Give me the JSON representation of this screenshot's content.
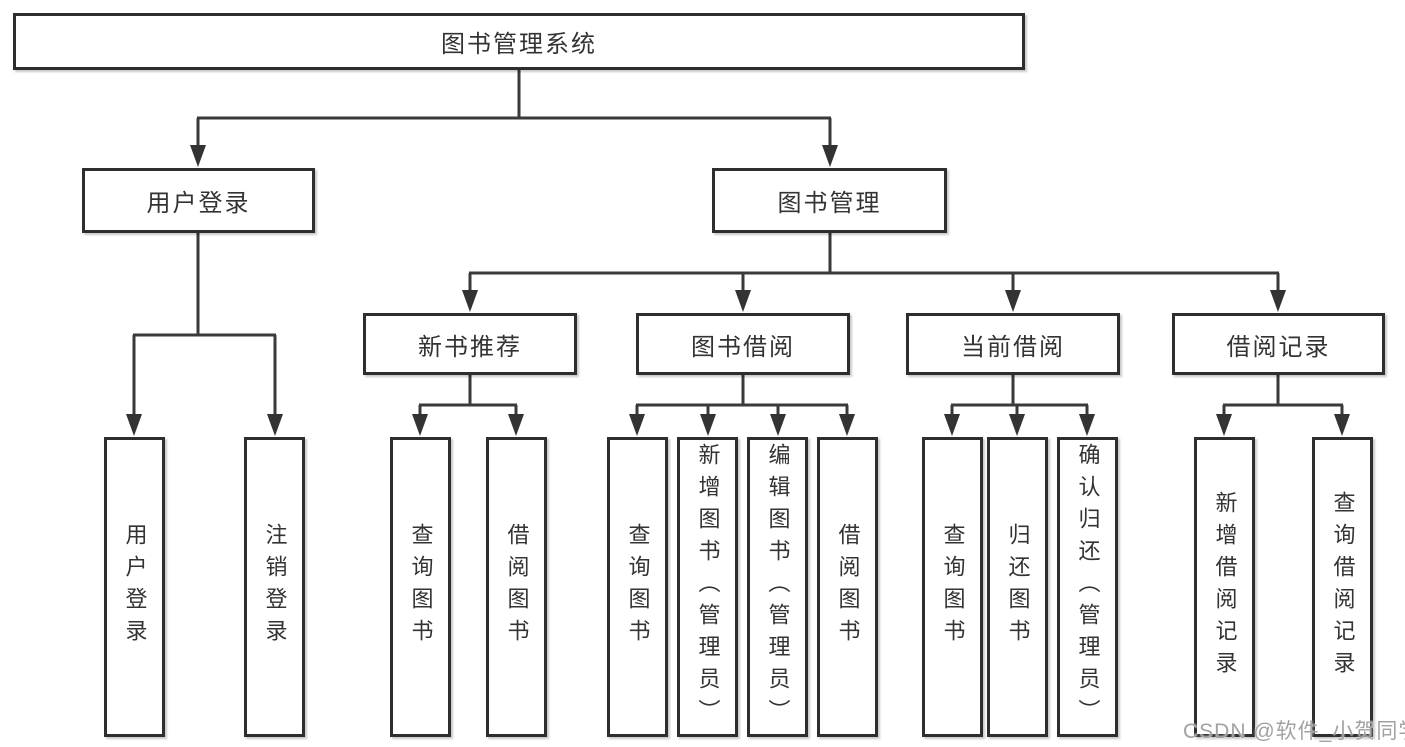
{
  "diagram": {
    "root": "图书管理系统",
    "branches": [
      {
        "label": "用户登录",
        "children": [
          "用户登录",
          "注销登录"
        ]
      },
      {
        "label": "图书管理",
        "sections": [
          {
            "label": "新书推荐",
            "children": [
              "查询图书",
              "借阅图书"
            ]
          },
          {
            "label": "图书借阅",
            "children": [
              "查询图书",
              "新增图书（管理员）",
              "编辑图书（管理员）",
              "借阅图书"
            ]
          },
          {
            "label": "当前借阅",
            "children": [
              "查询图书",
              "归还图书",
              "确认归还（管理员）"
            ]
          },
          {
            "label": "借阅记录",
            "children": [
              "新增借阅记录",
              "查询借阅记录"
            ]
          }
        ]
      }
    ]
  },
  "watermark": {
    "text": "CSDN @软件_小贺同学"
  },
  "colors": {
    "background": "#ffffff",
    "box_border": "#2e2e2e",
    "connector_line": "#3a3a3a",
    "text": "#333333",
    "watermark_text": "#a2a2a2"
  }
}
